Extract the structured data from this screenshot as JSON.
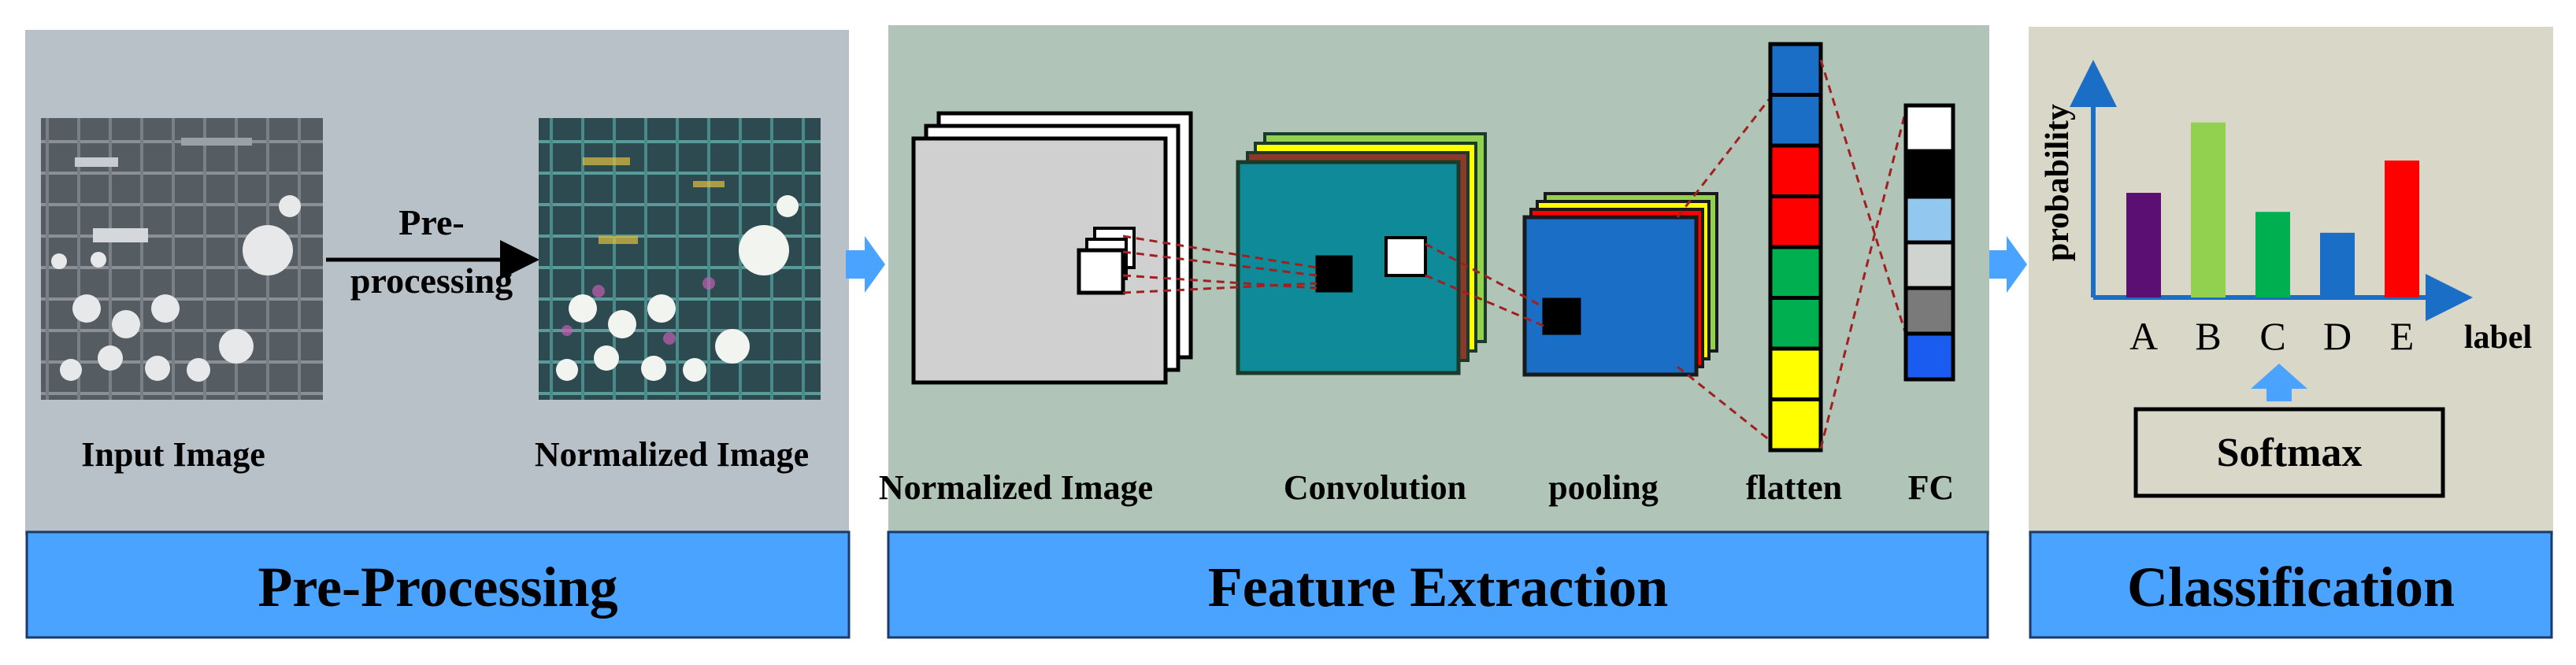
{
  "panels": {
    "preprocessing": {
      "title": "Pre-Processing",
      "input_label": "Input Image",
      "arrow_label_line1": "Pre-",
      "arrow_label_line2": "processing",
      "output_label": "Normalized Image"
    },
    "feature_extraction": {
      "title": "Feature Extraction",
      "labels": {
        "input": "Normalized  Image",
        "convolution": "Convolution",
        "pooling": "pooling",
        "flatten": "flatten",
        "fc": "FC"
      },
      "flatten_colors": [
        "#1a6ec6",
        "#1a6ec6",
        "#ff0000",
        "#ff0000",
        "#00b050",
        "#00b050",
        "#ffff00",
        "#ffff00"
      ],
      "fc_colors": [
        "#ffffff",
        "#000000",
        "#92c7f0",
        "#d0d4d0",
        "#7a7a7a",
        "#1a5cf0"
      ]
    },
    "classification": {
      "title": "Classification",
      "softmax_label": "Softmax",
      "chart_data": {
        "type": "bar",
        "categories": [
          "A",
          "B",
          "C",
          "D",
          "E"
        ],
        "values": [
          0.55,
          0.92,
          0.45,
          0.34,
          0.72
        ],
        "colors": [
          "#5b0f73",
          "#92d050",
          "#00b050",
          "#1a6ec6",
          "#ff0000"
        ],
        "xlabel": "label",
        "ylabel": "probability",
        "ylim": [
          0,
          1.15
        ],
        "grid": false
      }
    }
  },
  "colors": {
    "title_bar": "#4aa3ff",
    "pre_bg": "#b8c0c8",
    "feat_bg": "#b0c4b8",
    "cls_bg": "#d9d7c8",
    "flow_arrow": "#4aa3ff",
    "dashed": "#a02020"
  }
}
